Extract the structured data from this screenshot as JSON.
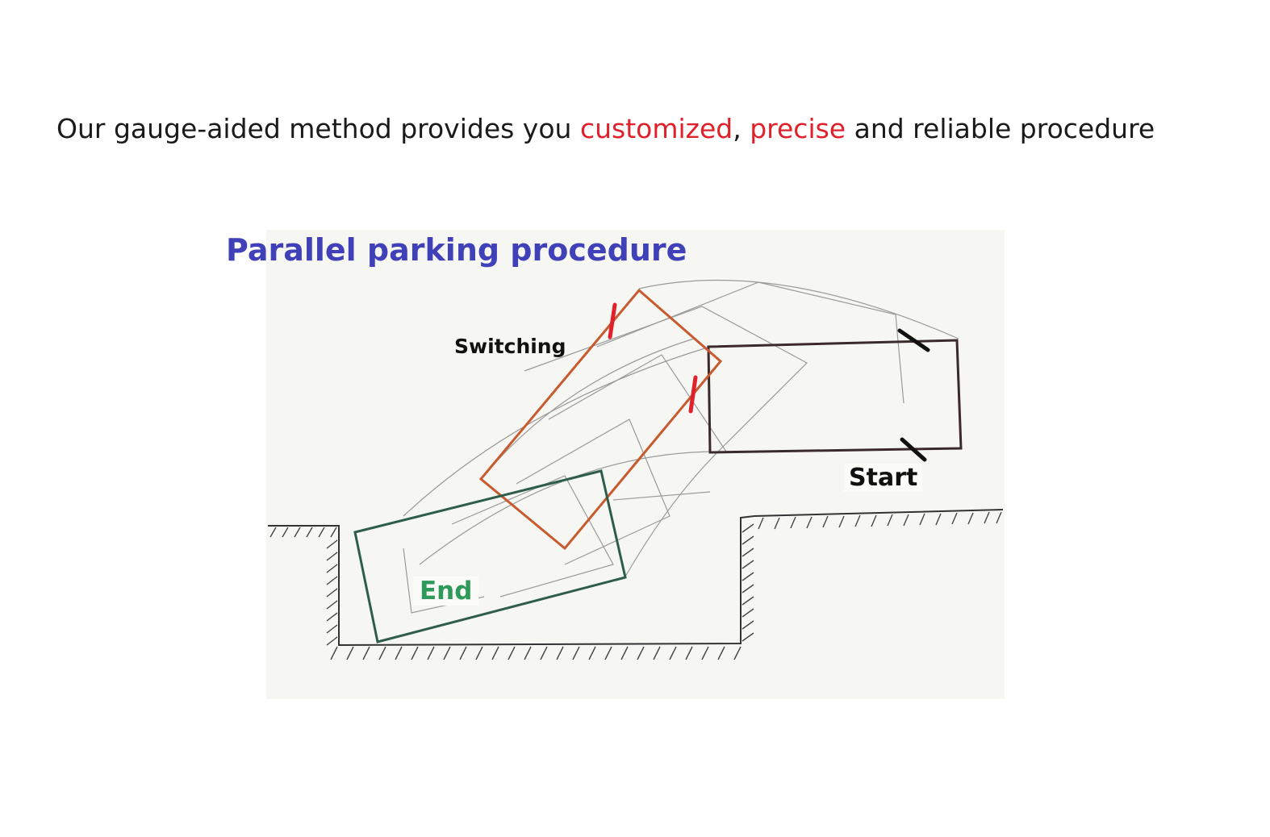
{
  "headline": {
    "part1": "Our gauge-aided method provides you ",
    "customized": "customized",
    "comma": ", ",
    "precise": "precise",
    "part2": " and  reliable procedure"
  },
  "diagram": {
    "title": "Parallel parking procedure",
    "labels": {
      "switching": "Switching",
      "start": "Start",
      "end": "End"
    },
    "colors": {
      "title": "#4040b8",
      "highlight": "#e0202a",
      "start_car": "#3a2a2a",
      "switching_car": "#c85a30",
      "end_car": "#2e5e4a",
      "end_label": "#2e9a5a",
      "marker_red": "#e0202a",
      "marker_black": "#111111"
    }
  }
}
